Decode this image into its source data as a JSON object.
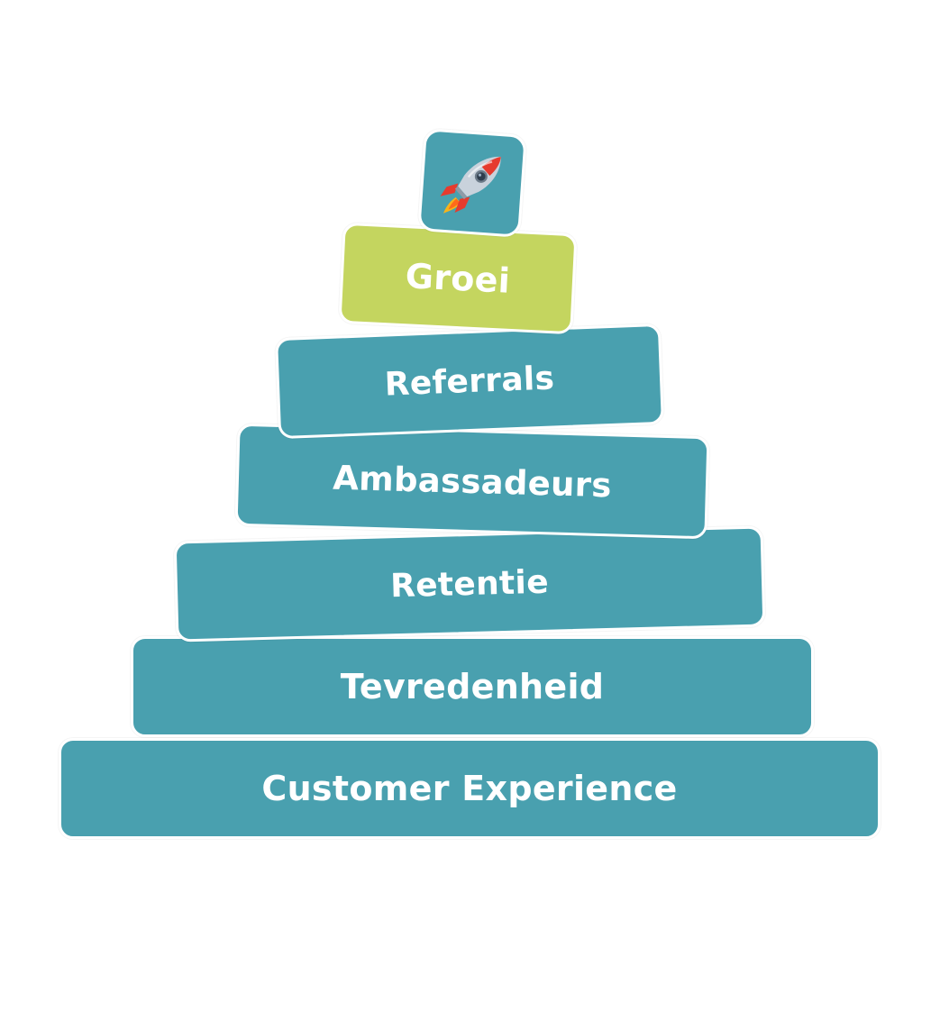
{
  "pyramid": {
    "layers": [
      {
        "label": "Customer Experience",
        "color": "#49a0af"
      },
      {
        "label": "Tevredenheid",
        "color": "#49a0af"
      },
      {
        "label": "Retentie",
        "color": "#49a0af"
      },
      {
        "label": "Ambassadeurs",
        "color": "#49a0af"
      },
      {
        "label": "Referrals",
        "color": "#49a0af"
      },
      {
        "label": "Groei",
        "color": "#c4d55f"
      }
    ],
    "top_icon": {
      "name": "rocket-icon",
      "color": "#49a0af"
    }
  }
}
